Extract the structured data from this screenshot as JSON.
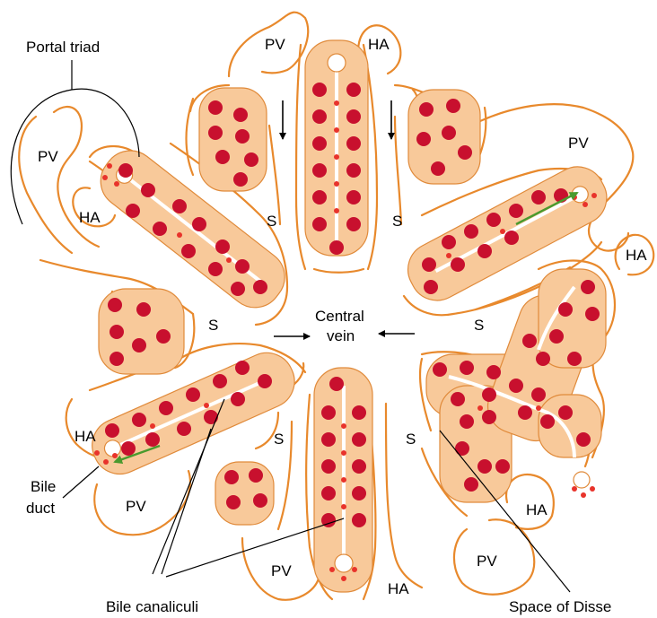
{
  "labels": {
    "portal_triad": "Portal triad",
    "central_vein_line1": "Central",
    "central_vein_line2": "vein",
    "bile_duct_line1": "Bile",
    "bile_duct_line2": "duct",
    "bile_canaliculi": "Bile canaliculi",
    "space_of_disse": "Space of Disse",
    "pv": "PV",
    "ha": "HA",
    "s": "S"
  },
  "colors": {
    "outline": "#e8892c",
    "cell_fill": "#f8c99a",
    "cell_stroke": "#e08a3a",
    "nucleus": "#c8102e",
    "nucleus_dot": "#f4a3a3",
    "canaliculus_dot": "#e8332b",
    "bile_arrow": "#4a9a2e",
    "leader": "#000000"
  }
}
